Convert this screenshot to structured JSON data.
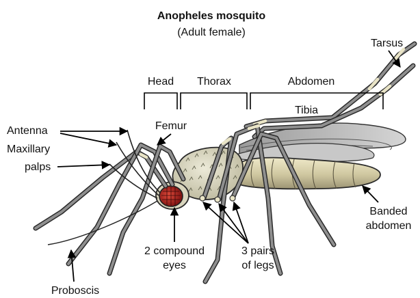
{
  "title": "Anopheles mosquito",
  "subtitle": "(Adult female)",
  "labels": {
    "tarsus": "Tarsus",
    "head": "Head",
    "thorax": "Thorax",
    "abdomen": "Abdomen",
    "tibia": "Tibia",
    "femur": "Femur",
    "antenna": "Antenna",
    "maxillary_line1": "Maxillary",
    "maxillary_line2": "palps",
    "banded_line1": "Banded",
    "banded_line2": "abdomen",
    "eyes_line1": "2 compound",
    "eyes_line2": "eyes",
    "legs_line1": "3 pairs",
    "legs_line2": "of legs",
    "proboscis": "Proboscis"
  },
  "colors": {
    "leg_gray": "#8f8f8f",
    "thorax": "#dcd9c3",
    "abdomen": "#cfc9a4",
    "wing": "#b9b9b9",
    "eye": "#c62828"
  }
}
